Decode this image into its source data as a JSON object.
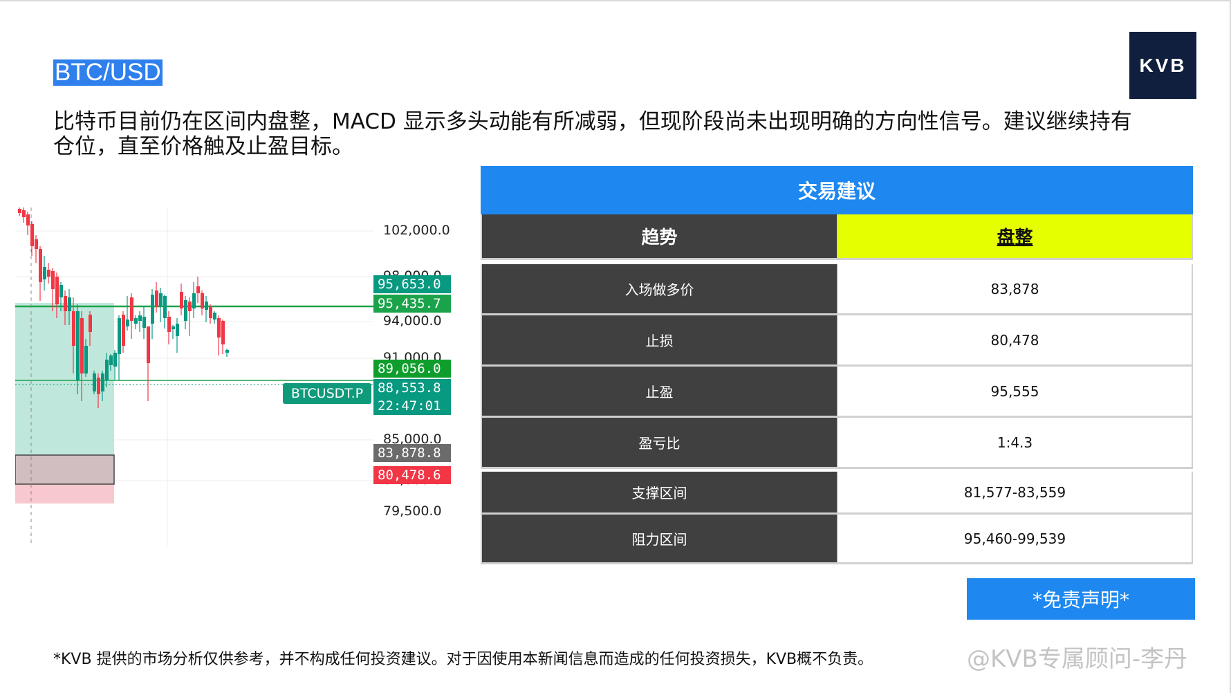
{
  "header": {
    "pair": "BTC/USD",
    "logo": "KVB"
  },
  "summary": "比特币目前仍在区间内盘整，MACD 显示多头动能有所减弱，但现阶段尚未出现明确的方向性信号。建议继续持有仓位，直至价格触及止盈目标。",
  "chart": {
    "axis_labels": [
      "102,000.0",
      "98,000.0",
      "94,000.0",
      "91,000.0",
      "85,000.0",
      "82,000.0",
      "79,500.0"
    ],
    "tags": [
      {
        "text": "95,653.0",
        "color": "#089981"
      },
      {
        "text": "95,435.7",
        "color": "#1aa34a"
      },
      {
        "text": "89,056.0",
        "color": "#0f9d2c"
      },
      {
        "text": "88,553.8",
        "color": "#089981"
      },
      {
        "text": "22:47:01",
        "color": "#089981"
      },
      {
        "text": "83,878.8",
        "color": "#6b6b6b"
      },
      {
        "text": "80,478.6",
        "color": "#f23645"
      }
    ],
    "symbol": "BTCUSDT.P"
  },
  "table": {
    "title": "交易建议",
    "trend": {
      "label": "趋势",
      "value": "盘整"
    },
    "rows": [
      {
        "label": "入场做多价",
        "value": "83,878"
      },
      {
        "label": "止损",
        "value": "80,478"
      },
      {
        "label": "止盈",
        "value": "95,555"
      },
      {
        "label": "盈亏比",
        "value": "1:4.3"
      },
      {
        "label": "支撑区间",
        "value": "81,577-83,559"
      },
      {
        "label": "阻力区间",
        "value": "95,460-99,539"
      }
    ]
  },
  "disclaimer_button": "*免责声明*",
  "footnote": "*KVB 提供的市场分析仅供参考，并不构成任何投资建议。对于因使用本新闻信息而造成的任何投资损失，KVB概不负责。",
  "watermark": "@KVB专属顾问-李丹",
  "colors": {
    "accent": "#1e88f0",
    "trend_highlight": "#e6ff00",
    "dark_cell": "#404040"
  }
}
